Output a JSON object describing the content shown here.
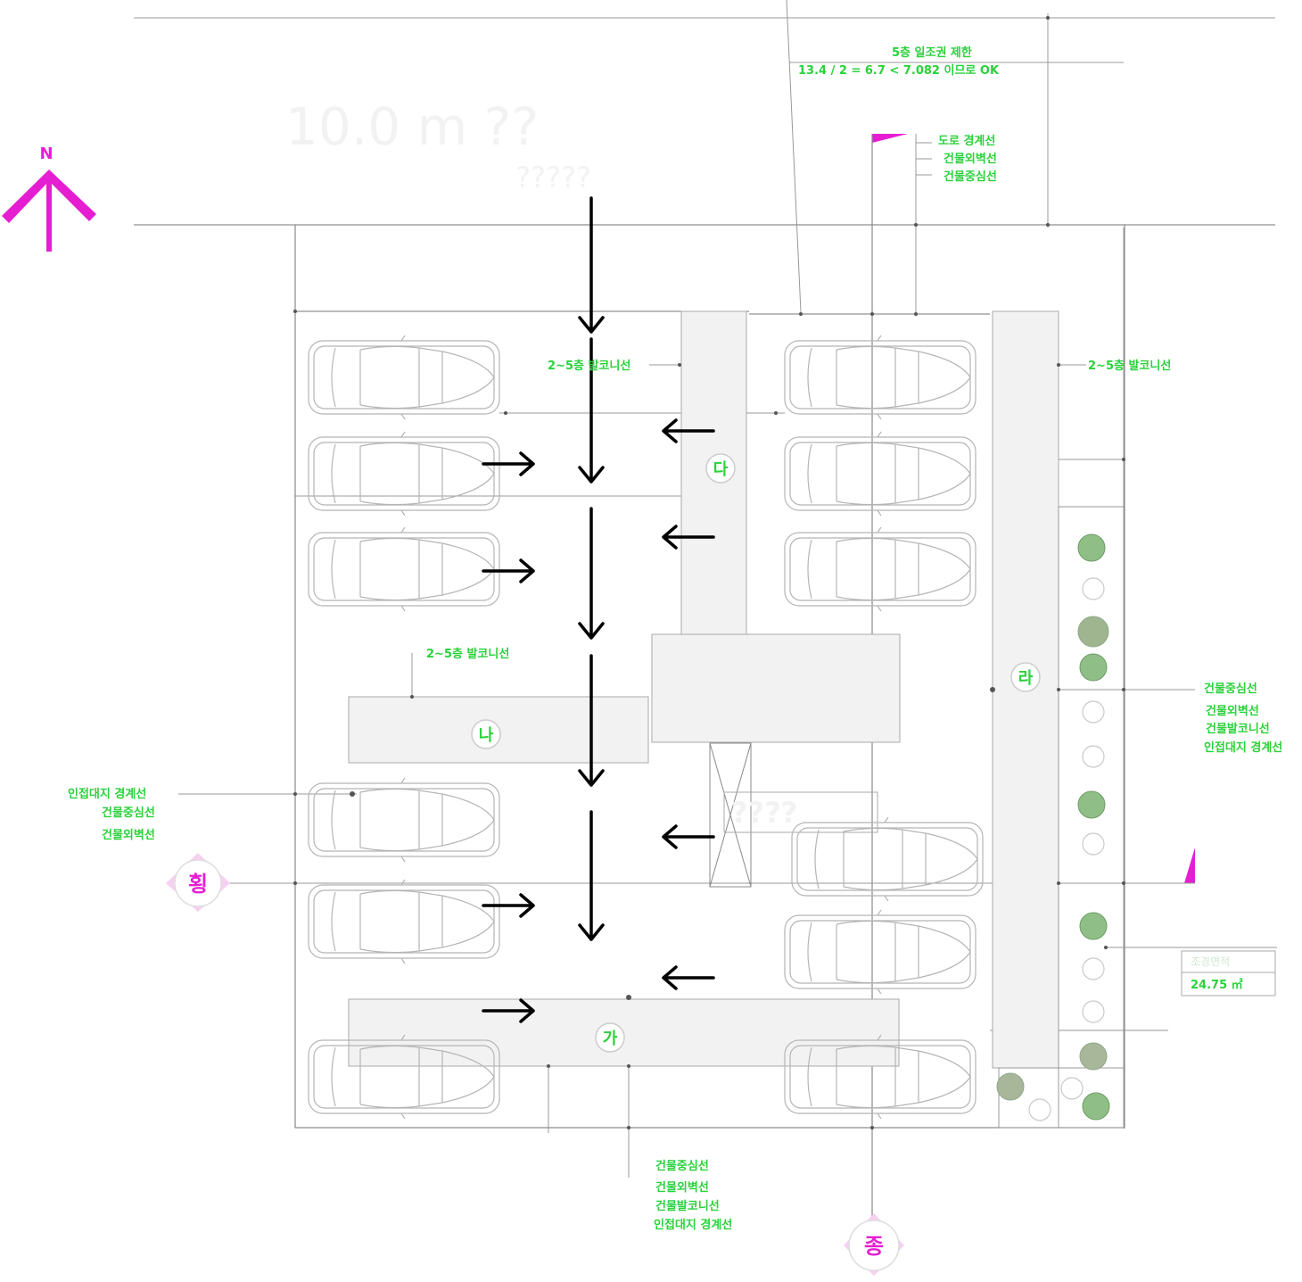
{
  "title_ghost": "10.0 m ??",
  "subtitle_ghost": "?????",
  "north_label": "N",
  "setback_check": {
    "line1": "5층 일조권 제한",
    "line2": "13.4 / 2 = 6.7 < 7.082 이므로 OK"
  },
  "north_boundary_labels": [
    "도로 경계선",
    "건물외벽선",
    "건물중심선"
  ],
  "balcony_labels": {
    "top_left": "2~5층 발코니선",
    "top_right": "2~5층 발코니선",
    "middle": "2~5층 발코니선"
  },
  "east_labels": [
    "건물중심선",
    "건물외벽선",
    "건물발코니선",
    "인접대지 경계선"
  ],
  "west_labels": [
    "인접대지 경계선",
    "건물중심선",
    "건물외벽선"
  ],
  "south_labels": [
    "건물중심선",
    "건물외벽선",
    "건물발코니선",
    "인접대지 경계선"
  ],
  "zone_labels": {
    "ga": "가",
    "na": "나",
    "da": "다",
    "ra": "라"
  },
  "section_markers": {
    "cross": "횡",
    "longitudinal": "종"
  },
  "stair_ghost": "????",
  "area_box": {
    "label": "조경면적",
    "value": "24.75 ㎡"
  },
  "colors": {
    "annotation": "#2bd13b",
    "marker": "#e61ed2",
    "arrow": "#000000"
  },
  "icons": [
    "north-arrow-icon",
    "car-icon",
    "flow-arrow-icon",
    "tree-icon"
  ]
}
